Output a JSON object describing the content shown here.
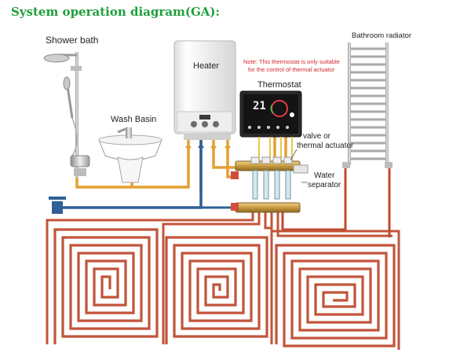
{
  "title": "System operation diagram(GA):",
  "labels": {
    "shower_bath": "Shower bath",
    "wash_basin": "Wash Basin",
    "heater": "Heater",
    "thermostat": "Thermostat",
    "bathroom_radiator": "Bathroom radiator",
    "valve_line1": "valve or",
    "valve_line2": "thermal actuator",
    "water_separator_line1": "Water",
    "water_separator_line2": "separator"
  },
  "note": {
    "line1": "Note: This thermostat is only suitable",
    "line2": "for the control of thermal actuator"
  },
  "thermostat_display": {
    "temperature": "21"
  },
  "colors": {
    "title": "#1f9e3a",
    "note": "#d0262b",
    "hot_pipe": "#e3a033",
    "cold_pipe": "#2e5f95",
    "floor_loop": "#c2543a",
    "radiator_pipe": "#c14a2f"
  }
}
